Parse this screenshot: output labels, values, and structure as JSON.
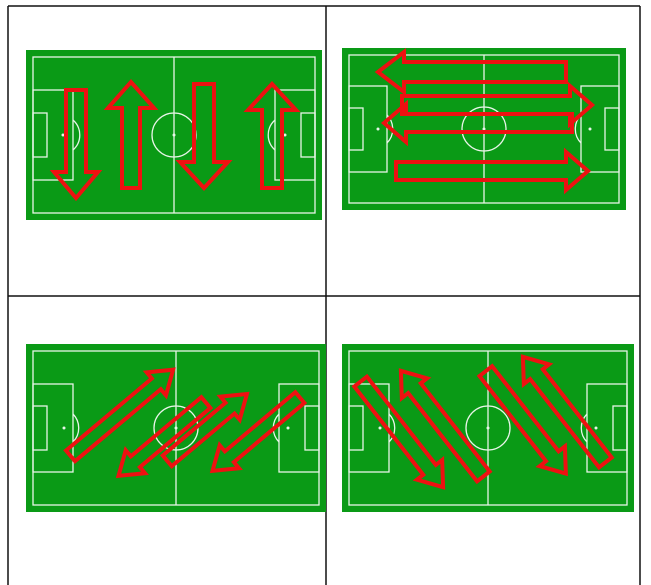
{
  "figure": {
    "title": "",
    "panels": [
      {
        "id": "top-left",
        "arrow_direction": "vertical",
        "arrow_count": 4
      },
      {
        "id": "top-right",
        "arrow_direction": "horizontal",
        "arrow_count": 4
      },
      {
        "id": "bottom-left",
        "arrow_direction": "diagonal-up-right",
        "arrow_count": 4
      },
      {
        "id": "bottom-right",
        "arrow_direction": "diagonal-down-right",
        "arrow_count": 4
      }
    ]
  },
  "colors": {
    "pitch": "#0a9a16",
    "pitch_line": "#e8f5e8",
    "arrow": "#ee1111",
    "grid_line": "#111111",
    "background": "#ffffff"
  }
}
